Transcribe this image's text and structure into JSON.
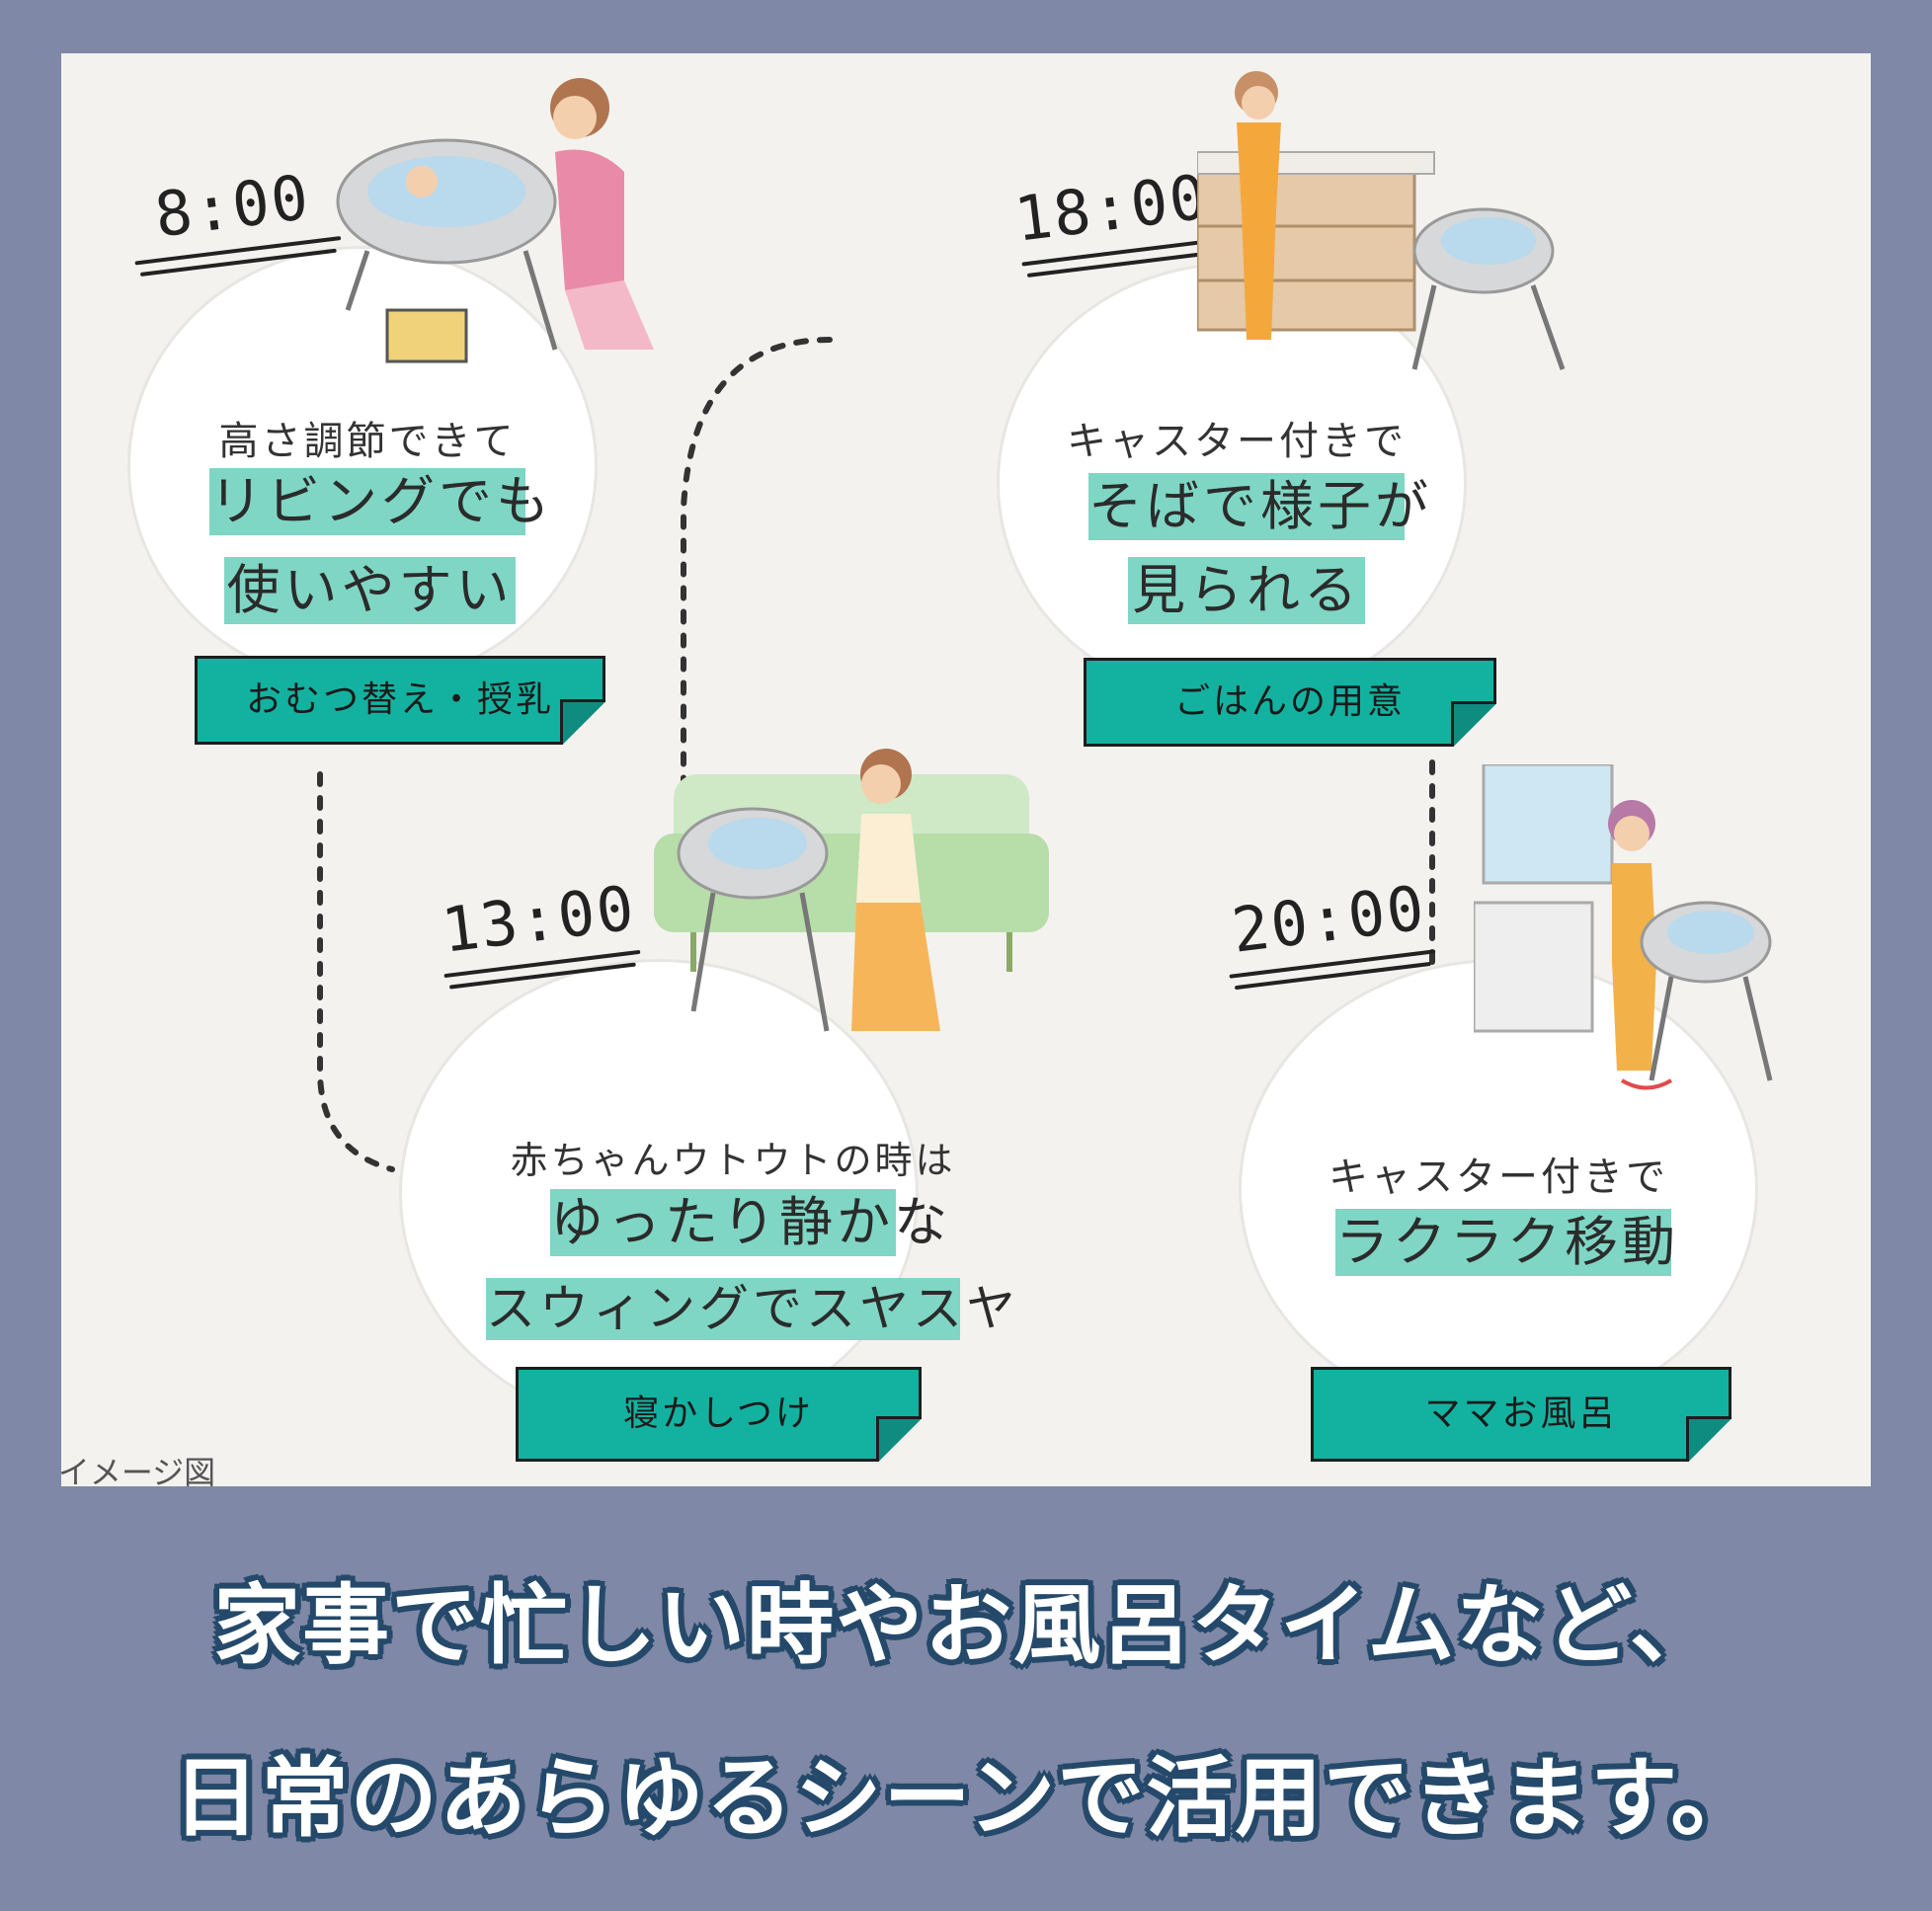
{
  "scenes": [
    {
      "time": "8:00",
      "lead": "高さ調節できて",
      "highlights": [
        "リビングでも",
        "使いやすい"
      ],
      "tag": "おむつ替え・授乳"
    },
    {
      "time": "18:00",
      "lead": "キャスター付きで",
      "highlights": [
        "そばで様子が",
        "見られる"
      ],
      "tag": "ごはんの用意"
    },
    {
      "time": "13:00",
      "lead": "赤ちゃんウトウトの時は",
      "highlights": [
        "ゆったり静かな",
        "スウィングでスヤスヤ"
      ],
      "tag": "寝かしつけ"
    },
    {
      "time": "20:00",
      "lead": "キャスター付きで",
      "highlights": [
        "ラクラク移動"
      ],
      "tag": "ママお風呂"
    }
  ],
  "image_note": "※イメージ図",
  "caption": {
    "line1": "家事で忙しい時やお風呂タイムなど、",
    "line2": "日常のあらゆるシーンで活用できます。"
  },
  "colors": {
    "background": "#7f88a6",
    "panel": "#f4f2ef",
    "highlight": "#7fd6c4",
    "tag": "#13b2a0",
    "caption_outline": "#25496a"
  }
}
